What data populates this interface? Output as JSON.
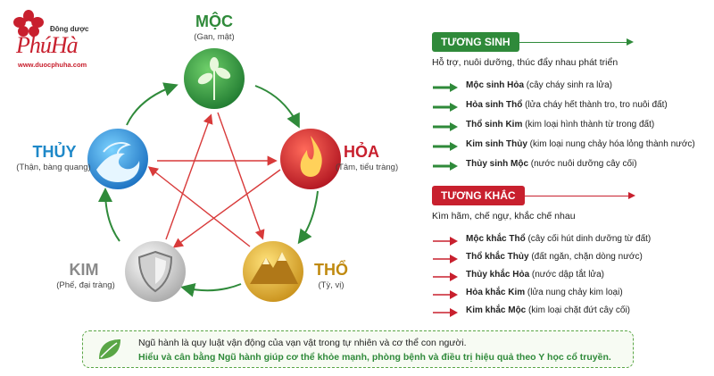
{
  "brand": {
    "subtitle": "Đông dược",
    "name": "PhúHà",
    "website": "www.duocphuha.com"
  },
  "elements": {
    "moc": {
      "name": "MỘC",
      "organs": "(Gan, mật)",
      "color": "#2f8a3a"
    },
    "hoa": {
      "name": "HỎA",
      "organs": "(Tâm, tiểu tràng)",
      "color": "#c8202e"
    },
    "tho": {
      "name": "THỔ",
      "organs": "(Tỳ, vị)",
      "color": "#c08a10"
    },
    "kim": {
      "name": "KIM",
      "organs": "(Phế, đại tràng)",
      "color": "#8a8a8a"
    },
    "thuy": {
      "name": "THỦY",
      "organs": "(Thận, bàng quang)",
      "color": "#1e88c8"
    }
  },
  "sinh": {
    "title": "TƯƠNG SINH",
    "desc": "Hỗ trợ, nuôi dưỡng, thúc đẩy nhau phát triển",
    "color": "#2f8a3a",
    "rules": [
      {
        "bold": "Mộc sinh Hỏa",
        "detail": " (cây cháy sinh ra lửa)"
      },
      {
        "bold": "Hỏa sinh Thổ",
        "detail": " (lửa cháy hết thành tro, tro nuôi đất)"
      },
      {
        "bold": "Thổ sinh Kim",
        "detail": " (kim loại hình thành từ trong đất)"
      },
      {
        "bold": "Kim sinh Thủy",
        "detail": " (kim loại nung chảy hóa lỏng thành nước)"
      },
      {
        "bold": "Thủy sinh Mộc",
        "detail": " (nước nuôi dưỡng cây cối)"
      }
    ]
  },
  "khac": {
    "title": "TƯƠNG KHẮC",
    "desc": "Kìm hãm, chế ngự, khắc chế nhau",
    "color": "#c8202e",
    "rules": [
      {
        "bold": "Mộc khắc Thổ",
        "detail": " (cây cối hút dinh dưỡng từ đất)"
      },
      {
        "bold": "Thổ khắc Thủy",
        "detail": " (đất ngăn, chặn dòng nước)"
      },
      {
        "bold": "Thủy khắc Hỏa",
        "detail": " (nước dập tắt lửa)"
      },
      {
        "bold": "Hỏa khắc Kim",
        "detail": " (lửa nung chảy kim loại)"
      },
      {
        "bold": "Kim khắc Mộc",
        "detail": " (kim loại chặt đứt cây cối)"
      }
    ]
  },
  "note": {
    "line1": "Ngũ hành là quy luật vận động của vạn vật trong tự nhiên và cơ thể con người.",
    "line2": "Hiểu và cân bằng Ngũ hành giúp cơ thể khỏe mạnh, phòng bệnh và điều trị hiệu quả theo Y học cổ truyền."
  }
}
